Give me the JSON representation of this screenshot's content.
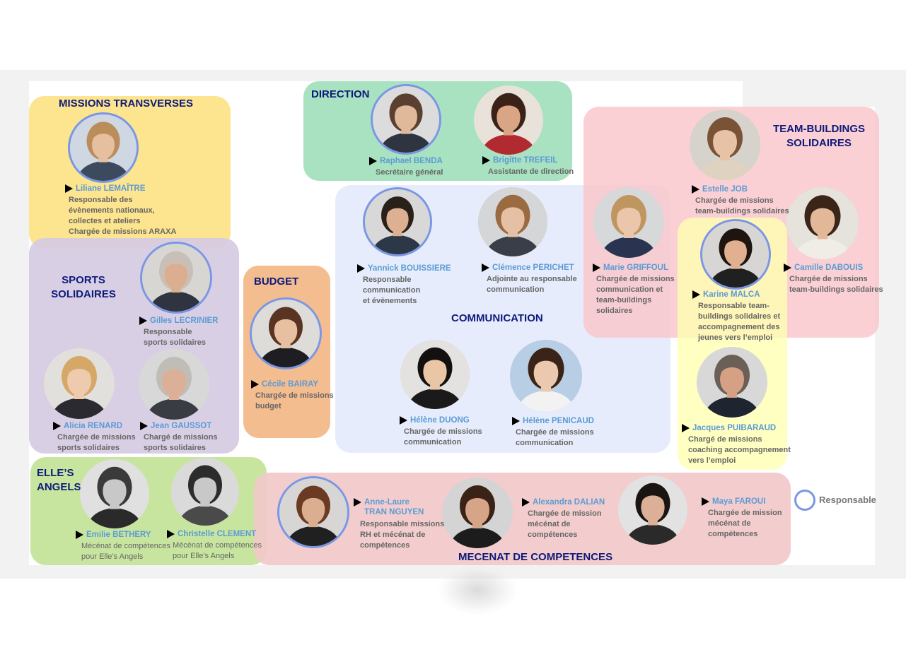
{
  "groups": {
    "missions": {
      "title": "MISSIONS TRANSVERSES",
      "color": "#fde48e"
    },
    "direction": {
      "title": "DIRECTION",
      "color": "#a8e2c0"
    },
    "team": {
      "title": "TEAM-BUILDINGS\nSOLIDAIRES",
      "color": "#f9c8cc"
    },
    "sports": {
      "title": "SPORTS\nSOLIDAIRES",
      "color": "#d6cbe3"
    },
    "budget": {
      "title": "BUDGET",
      "color": "#f4bd8f"
    },
    "communication": {
      "title": "COMMUNICATION",
      "color": "#e6ecfb"
    },
    "coaching": {
      "color": "#ffffb0"
    },
    "elles": {
      "title": "ELLE’S\nANGELS",
      "color": "#c8e5a0"
    },
    "mecenat": {
      "title": "MECENAT DE COMPETENCES",
      "color": "#f2c8c8"
    }
  },
  "people": {
    "liliane": {
      "name": "Liliane LEMAÎTRE",
      "role": "Responsable des\névènements nationaux,\ncollectes et ateliers\nChargée de missions ARAXA",
      "skin": "#e6bfa0",
      "hair": "#b98e5a",
      "bg": "#cfd7e2",
      "shirt": "#3c4a5e"
    },
    "raphael": {
      "name": "Raphael BENDA",
      "role": "Secrétaire général",
      "skin": "#e0b89a",
      "hair": "#5a4030",
      "bg": "#dcdcdc",
      "shirt": "#2e3440"
    },
    "brigitte": {
      "name": "Brigitte TREFEIL",
      "role": "Assistante de direction",
      "skin": "#d9a585",
      "hair": "#3a2218",
      "bg": "#e8e2da",
      "shirt": "#b02a30"
    },
    "estelle": {
      "name": "Estelle JOB",
      "role": "Chargée de missions\nteam-buildings solidaires",
      "skin": "#e8c2a6",
      "hair": "#7a5236",
      "bg": "#d6d2cc",
      "shirt": "#e0d2c0"
    },
    "camille": {
      "name": "Camille DABOUIS",
      "role": "Chargée de missions\nteam-buildings solidaires",
      "skin": "#e2b898",
      "hair": "#3b2418",
      "bg": "#e6e2dc",
      "shirt": "#f0ece6"
    },
    "gilles": {
      "name": "Gilles LECRINIER",
      "role": "Responsable\nsports solidaires",
      "skin": "#dcae90",
      "hair": "#c8c0b8",
      "bg": "#d8d6d2",
      "shirt": "#2f3440"
    },
    "cecile": {
      "name": "Cécile BAIRAY",
      "role": "Chargée de missions\nbudget",
      "skin": "#e6c0a0",
      "hair": "#5a3422",
      "bg": "#dddcd8",
      "shirt": "#1e1e22"
    },
    "yannick": {
      "name": "Yannick BOUISSIERE",
      "role": "Responsable\ncommunication\net évènements",
      "skin": "#dcb090",
      "hair": "#2a201a",
      "bg": "#d8d8d8",
      "shirt": "#2c3848"
    },
    "clemence": {
      "name": "Clémence PERICHET",
      "role": "Adjointe au responsable\ncommunication",
      "skin": "#e6c0a4",
      "hair": "#9a6a40",
      "bg": "#d4d6d8",
      "shirt": "#3a3e48"
    },
    "marie": {
      "name": "Marie GRIFFOUL",
      "role": "Chargée de missions\ncommunication et\nteam-buildings\nsolidaires",
      "skin": "#ecc6aa",
      "hair": "#c09660",
      "bg": "#d6d8da",
      "shirt": "#2a3450"
    },
    "karine": {
      "name": "Karine MALCA",
      "role": "Responsable team-\nbuildings solidaires et\naccompagnement des\njeunes vers l’emploi",
      "skin": "#e0b090",
      "hair": "#1e1410",
      "bg": "#d8d6d4",
      "shirt": "#202020"
    },
    "helene_d": {
      "name": "Hélène DUONG",
      "role": "Chargée de missions\ncommunication",
      "skin": "#e8c6a6",
      "hair": "#141010",
      "bg": "#e4e2e0",
      "shirt": "#1a1a1a"
    },
    "helene_p": {
      "name": "Hélène PENICAUD",
      "role": "Chargée de missions\ncommunication",
      "skin": "#ecc8ae",
      "hair": "#3a2418",
      "bg": "#b8cee4",
      "shirt": "#f2f2f2"
    },
    "jacques": {
      "name": "Jacques PUIBARAUD",
      "role": "Chargé de missions\ncoaching accompagnement\nvers l’emploi",
      "skin": "#d6a084",
      "hair": "#6a6058",
      "bg": "#d8d8d8",
      "shirt": "#1e2430"
    },
    "alicia": {
      "name": "Alicia RENARD",
      "role": "Chargée de missions\nsports solidaires",
      "skin": "#eecaae",
      "hair": "#d6a868",
      "bg": "#e2e0dc",
      "shirt": "#2a2a30"
    },
    "jean": {
      "name": "Jean GAUSSOT",
      "role": "Chargé de missions\nsports solidaires",
      "skin": "#dcb096",
      "hair": "#c0bcb6",
      "bg": "#d8d8d8",
      "shirt": "#3a3c44"
    },
    "emilie": {
      "name": "Emilie BETHERY",
      "role": "Mécénat de compétences\npour Elle’s Angels",
      "skin": "#c8c8c8",
      "hair": "#3a3a3a",
      "bg": "#e0e0e0",
      "shirt": "#2a2a2a"
    },
    "christelle": {
      "name": "Christelle CLEMENT",
      "role": "Mécénat de compétences\npour  Elle’s Angels",
      "skin": "#c8c8c8",
      "hair": "#2c2c2c",
      "bg": "#dadada",
      "shirt": "#4a4a4a"
    },
    "annelaure": {
      "name": "Anne-Laure\nTRAN NGUYEN",
      "role": "Responsable missions\nRH et mécénat de\ncompétences",
      "skin": "#dcae90",
      "hair": "#6a3a22",
      "bg": "#d8d6d4",
      "shirt": "#202020"
    },
    "alexandra": {
      "name": "Alexandra DALIAN",
      "role": "Chargée de mission\nmécénat de\ncompétences",
      "skin": "#d6a486",
      "hair": "#3a2216",
      "bg": "#d4d4d4",
      "shirt": "#1c1c1c"
    },
    "maya": {
      "name": "Maya FAROUI",
      "role": "Chargée de mission\nmécénat de\ncompétences",
      "skin": "#dcb096",
      "hair": "#1a1412",
      "bg": "#e2e2e2",
      "shirt": "#2a2a2a"
    }
  },
  "legend": {
    "label": "Responsable",
    "color": "#7a97e6"
  }
}
